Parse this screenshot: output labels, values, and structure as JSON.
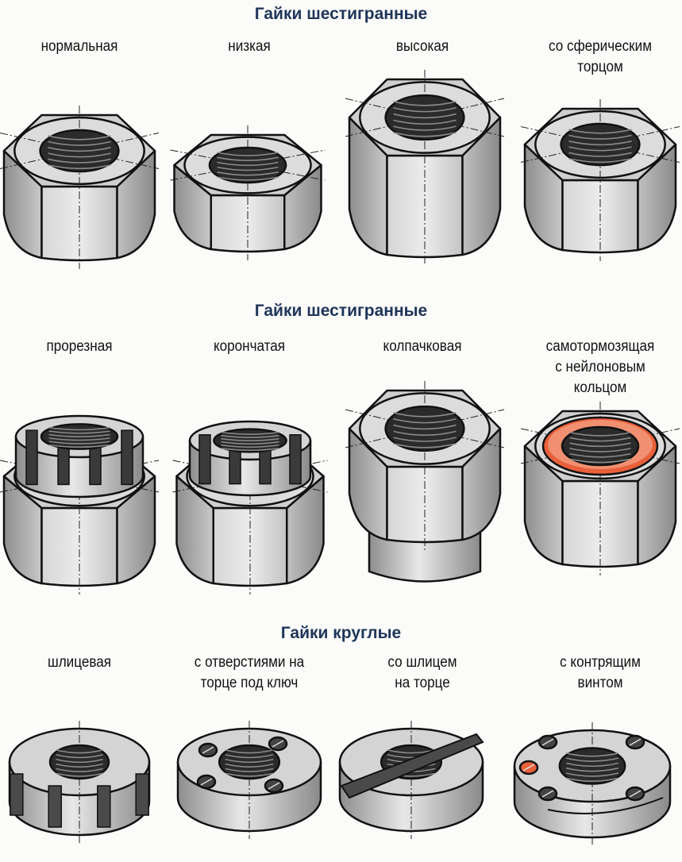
{
  "colors": {
    "title": "#1e3559",
    "metal_light": "#e2e2e2",
    "metal_dark": "#9a9a9a",
    "nylon": "#e8603a",
    "outline": "#111111"
  },
  "sections": [
    {
      "title": "Гайки шестигранные",
      "items": [
        {
          "label": [
            "нормальная"
          ],
          "kind": "normal"
        },
        {
          "label": [
            "низкая"
          ],
          "kind": "low"
        },
        {
          "label": [
            "высокая"
          ],
          "kind": "high"
        },
        {
          "label": [
            "со сферическим",
            "торцом"
          ],
          "kind": "spherical"
        }
      ]
    },
    {
      "title": "Гайки шестигранные",
      "items": [
        {
          "label": [
            "прорезная"
          ],
          "kind": "slotted"
        },
        {
          "label": [
            "корончатая"
          ],
          "kind": "castle"
        },
        {
          "label": [
            "колпачковая"
          ],
          "kind": "cap"
        },
        {
          "label": [
            "самотормозящая",
            "с нейлоновым",
            "кольцом"
          ],
          "kind": "nylon"
        }
      ]
    },
    {
      "title": "Гайки круглые",
      "items": [
        {
          "label": [
            "шлицевая"
          ],
          "kind": "round-slotted"
        },
        {
          "label": [
            "с отверстиями на",
            "торце под ключ"
          ],
          "kind": "round-holes"
        },
        {
          "label": [
            "со шлицем",
            "на торце"
          ],
          "kind": "round-slot"
        },
        {
          "label": [
            "с контрящим",
            "винтом"
          ],
          "kind": "round-screw"
        }
      ]
    }
  ]
}
